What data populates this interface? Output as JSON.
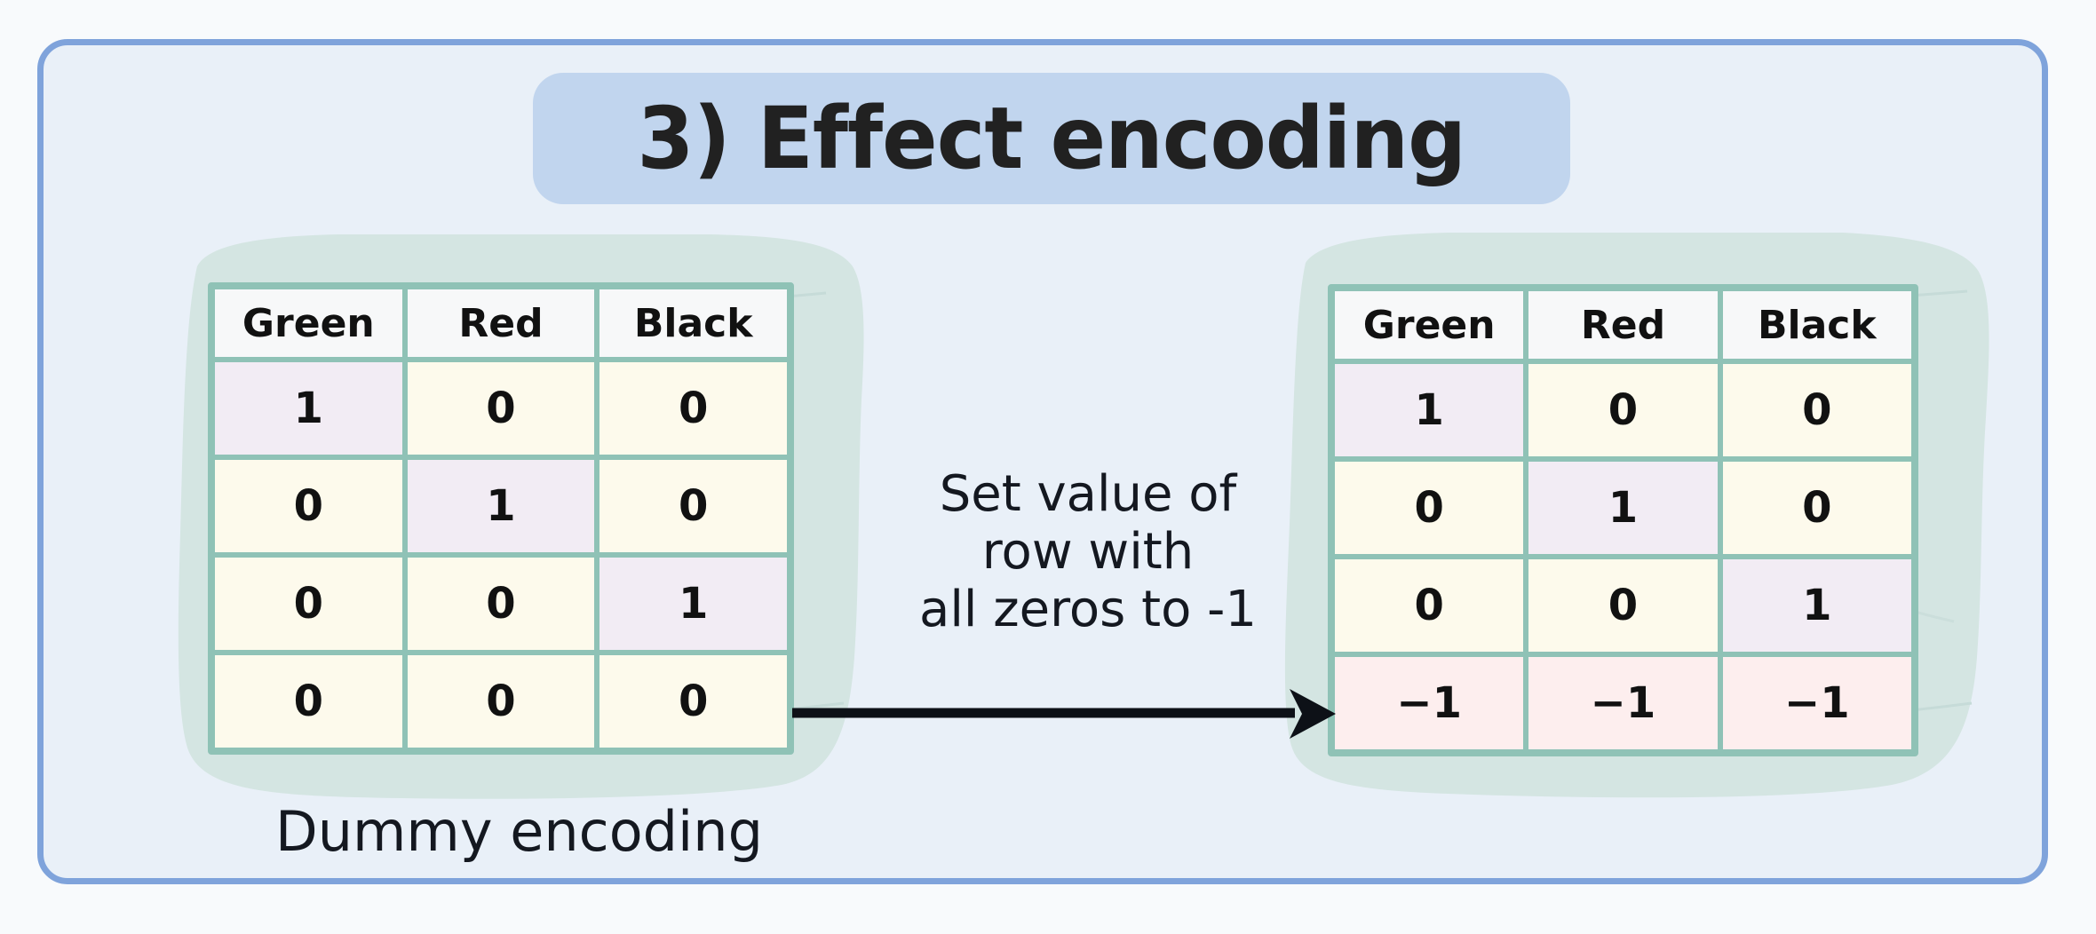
{
  "page": {
    "background_color": "#f8fafc",
    "card_fill": "#e9f0f8",
    "card_border_color": "#7fa3db"
  },
  "title": {
    "text": "3) Effect encoding",
    "pill_color": "#c1d5ee",
    "text_color": "#212121"
  },
  "left_table": {
    "caption": "Dummy encoding",
    "headers": [
      "Green",
      "Red",
      "Black"
    ],
    "rows": [
      {
        "cells": [
          {
            "value": "1",
            "fill": "lavender"
          },
          {
            "value": "0",
            "fill": "cream"
          },
          {
            "value": "0",
            "fill": "cream"
          }
        ]
      },
      {
        "cells": [
          {
            "value": "0",
            "fill": "cream"
          },
          {
            "value": "1",
            "fill": "lavender"
          },
          {
            "value": "0",
            "fill": "cream"
          }
        ]
      },
      {
        "cells": [
          {
            "value": "0",
            "fill": "cream"
          },
          {
            "value": "0",
            "fill": "cream"
          },
          {
            "value": "1",
            "fill": "lavender"
          }
        ]
      },
      {
        "cells": [
          {
            "value": "0",
            "fill": "cream"
          },
          {
            "value": "0",
            "fill": "cream"
          },
          {
            "value": "0",
            "fill": "cream"
          }
        ]
      }
    ]
  },
  "right_table": {
    "headers": [
      "Green",
      "Red",
      "Black"
    ],
    "rows": [
      {
        "cells": [
          {
            "value": "1",
            "fill": "lavender"
          },
          {
            "value": "0",
            "fill": "cream"
          },
          {
            "value": "0",
            "fill": "cream"
          }
        ]
      },
      {
        "cells": [
          {
            "value": "0",
            "fill": "cream"
          },
          {
            "value": "1",
            "fill": "lavender"
          },
          {
            "value": "0",
            "fill": "cream"
          }
        ]
      },
      {
        "cells": [
          {
            "value": "0",
            "fill": "cream"
          },
          {
            "value": "0",
            "fill": "cream"
          },
          {
            "value": "1",
            "fill": "lavender"
          }
        ]
      },
      {
        "cells": [
          {
            "value": "−1",
            "fill": "pink"
          },
          {
            "value": "−1",
            "fill": "pink"
          },
          {
            "value": "−1",
            "fill": "pink"
          }
        ]
      }
    ]
  },
  "transform_note": {
    "lines": [
      "Set value of",
      "row with",
      "all zeros to -1"
    ]
  },
  "colors": {
    "table_border": "#8fc2b6",
    "header_cell": "#f7f8f9",
    "cell_cream": "#fdfaec",
    "cell_lavender": "#f2ecf4",
    "cell_pink": "#fdeeee",
    "blob_teal": "#d4e5e2",
    "arrow": "#0d1117"
  },
  "icons": {
    "arrow": "arrow-right-icon"
  }
}
